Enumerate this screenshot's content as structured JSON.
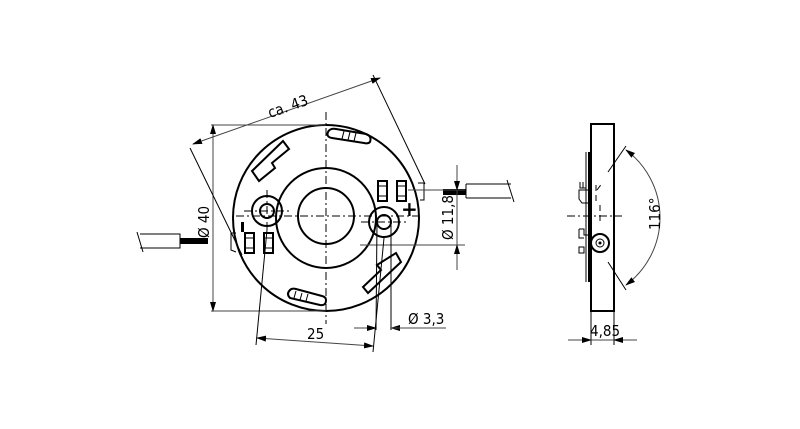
{
  "drawing": {
    "type": "technical-drawing",
    "subject": "circular LED/lamp holder with two wire leads",
    "views": [
      "front-view",
      "side-view"
    ]
  },
  "dimensions": {
    "diagonal": "ca. 43",
    "outer_diameter": "Ø 40",
    "hole_spacing": "25",
    "hole_diameter": "Ø 3,3",
    "center_opening_diameter": "Ø 11,8",
    "thickness": "4,85",
    "angle": "116°"
  },
  "polarity": {
    "plus": "+",
    "minus": "I"
  },
  "colors": {
    "line": "#000000",
    "dimension_line": "#444444",
    "background": "#ffffff"
  }
}
